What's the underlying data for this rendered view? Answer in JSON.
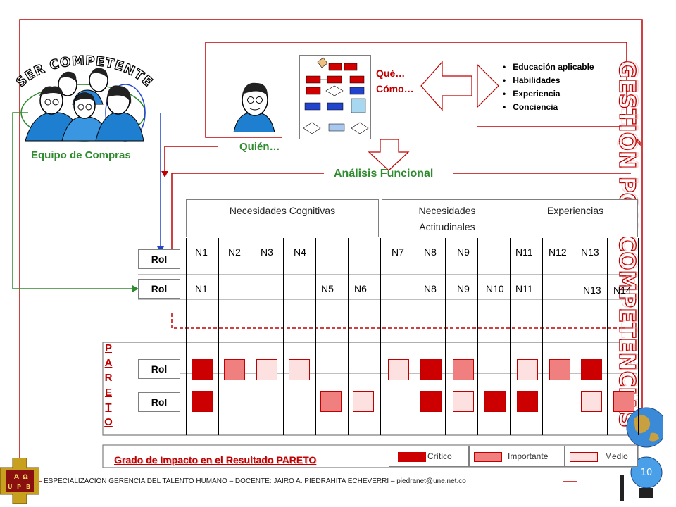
{
  "arc_title": "SER COMPETENTE",
  "team_label": "Equipo de Compras",
  "quien_label": "Quién…",
  "que_label": "Qué…",
  "como_label": "Cómo…",
  "bullets": [
    "Educación aplicable",
    "Habilidades",
    "Experiencia",
    "Conciencia"
  ],
  "analysis_label": "Análisis Funcional",
  "side_title": "GESTIÓN POR COMPETENCIAS",
  "headers": {
    "cognitivas": "Necesidades Cognitivas",
    "actitudinales_1": "Necesidades",
    "actitudinales_2": "Actitudinales",
    "experiencias": "Experiencias"
  },
  "rol_label": "Rol",
  "row1": [
    "N1",
    "N2",
    "N3",
    "N4",
    "N7",
    "N8",
    "N9",
    "N11",
    "N12",
    "N13"
  ],
  "row2": [
    "N1",
    "N5",
    "N6",
    "N8",
    "N9",
    "N10",
    "N11",
    "N13",
    "N14"
  ],
  "pareto_letters": [
    "P",
    "A",
    "R",
    "E",
    "T",
    "O"
  ],
  "impact_title": "Grado de Impacto en el Resultado PARETO",
  "legend": [
    "Crítico",
    "Importante",
    "Medio"
  ],
  "colors": {
    "critico": "#cc0000",
    "importante": "#f08080",
    "medio": "#fde0e0",
    "accent_red": "#c00000",
    "green": "#2e8b2e"
  },
  "page_number": "10",
  "footer": "ESPECIALIZACIÓN GERENCIA DEL TALENTO HUMANO – DOCENTE: JAIRO A. PIEDRAHITA ECHEVERRI – piedranet@une.net.co",
  "logo_letters": [
    "A",
    "Ω",
    "U",
    "P",
    "B"
  ]
}
